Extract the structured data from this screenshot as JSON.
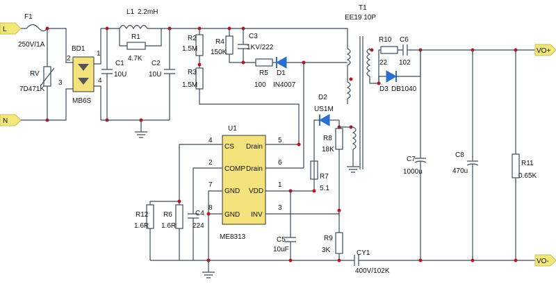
{
  "terminals": {
    "line": "L",
    "neutral": "N",
    "vout_pos": "VO+",
    "vout_neg": "VO-"
  },
  "components": {
    "F1": {
      "ref": "F1",
      "value": "250V/1A"
    },
    "RV": {
      "ref": "RV",
      "value": "7D471K"
    },
    "BD1": {
      "ref": "BD1",
      "value": "MB6S",
      "pin1": "1",
      "pin2": "2",
      "pin3": "3",
      "pin4": "4"
    },
    "L1": {
      "ref": "L1",
      "value": "2.2mH"
    },
    "R1": {
      "ref": "R1",
      "value": "4.7K"
    },
    "C1": {
      "ref": "C1",
      "value": "10U"
    },
    "C2": {
      "ref": "C2",
      "value": "10U"
    },
    "R2": {
      "ref": "R2",
      "value": "1.5M"
    },
    "R3": {
      "ref": "R3",
      "value": "1.5M"
    },
    "R4": {
      "ref": "R4",
      "value": "150K"
    },
    "C3": {
      "ref": "C3",
      "value": "1KV/222"
    },
    "R5": {
      "ref": "R5",
      "value": "100"
    },
    "D1": {
      "ref": "D1",
      "value": "IN4007"
    },
    "T1": {
      "ref": "T1",
      "value": "EE19 10P"
    },
    "R10": {
      "ref": "R10",
      "value": "22"
    },
    "C6": {
      "ref": "C6",
      "value": "102"
    },
    "D3": {
      "ref": "D3",
      "value": "DB1040"
    },
    "D2": {
      "ref": "D2",
      "value": "US1M"
    },
    "R8": {
      "ref": "R8",
      "value": "18K"
    },
    "R7": {
      "ref": "R7",
      "value": "5.1"
    },
    "R9": {
      "ref": "R9",
      "value": "3K"
    },
    "C5": {
      "ref": "C5",
      "value": "10uF"
    },
    "CY1": {
      "ref": "CY1",
      "value": "400V/102K"
    },
    "C7": {
      "ref": "C7",
      "value": "1000u"
    },
    "C8": {
      "ref": "C8",
      "value": "470u"
    },
    "R11": {
      "ref": "R11",
      "value": "0.65K"
    },
    "R12": {
      "ref": "R12",
      "value": "1.6R"
    },
    "R6": {
      "ref": "R6",
      "value": "1.6R"
    },
    "C4": {
      "ref": "C4",
      "value": "224"
    }
  },
  "ic": {
    "ref": "U1",
    "part": "ME8313",
    "pins": {
      "cs": {
        "num": "4",
        "name": "CS"
      },
      "comp": {
        "num": "2",
        "name": "COMP"
      },
      "gnd7": {
        "num": "7",
        "name": "GND"
      },
      "gnd8": {
        "num": "8",
        "name": "GND"
      },
      "drain5": {
        "num": "5",
        "name": "Drain"
      },
      "drain6": {
        "num": "6",
        "name": "Drain"
      },
      "vdd": {
        "num": "1",
        "name": "VDD"
      },
      "inv": {
        "num": "3",
        "name": "INV"
      }
    }
  }
}
